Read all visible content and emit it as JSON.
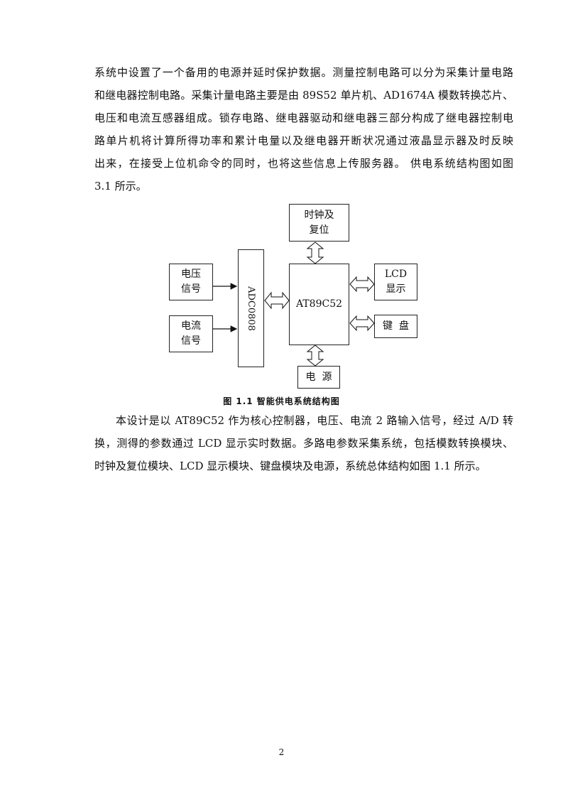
{
  "paragraph1": {
    "lines": [
      "系统中设置了一个备用的电源并延时保护数据。测量控制电路可以分为采集计量电路",
      "和继电器控制电路。采集计量电路主要是由 89S52 单片机、AD1674A 模数转换芯片、",
      "电压和电流互感器组成。锁存电路、继电器驱动和继电器三部分构成了继电器控制电",
      "路单片机将计算所得功率和累计电量以及继电器开断状况通过液晶显示器及时反映",
      "出来，在接受上位机命令的同时，也将这些信息上传服务器。 供电系统结构图如图",
      "3.1 所示。"
    ]
  },
  "diagram": {
    "clock_reset": [
      "时钟及",
      "复位"
    ],
    "voltage_signal": [
      "电压",
      "信号"
    ],
    "current_signal": [
      "电流",
      "信号"
    ],
    "adc": "ADC0808",
    "mcu": "AT89C52",
    "lcd": [
      "LCD",
      "显示"
    ],
    "keyboard": "键  盘",
    "power": "电  源"
  },
  "caption": "图 1.1  智能供电系统结构图",
  "paragraph2": {
    "lines": [
      "本设计是以 AT89C52 作为核心控制器，电压、电流 2 路输入信号，经过 A/D 转",
      "换，测得的参数通过 LCD 显示实时数据。多路电参数采集系统，包括模数转换模块、",
      "时钟及复位模块、LCD 显示模块、键盘模块及电源，系统总体结构如图 1.1 所示。"
    ]
  },
  "page_number": "2"
}
